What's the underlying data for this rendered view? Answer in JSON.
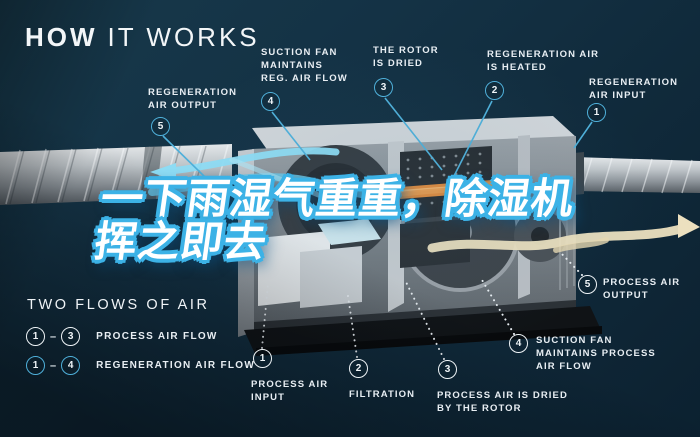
{
  "title": {
    "word_bold": "HOW",
    "word_light": "IT WORKS"
  },
  "headline": {
    "text": "一下雨湿气重重，除湿机\n挥之即去"
  },
  "colors": {
    "background_navy": "#12293a",
    "accent_blue": "#4fb0da",
    "process_white": "#eef3f6",
    "heater_orange": "#e08a3c",
    "cream_arrow": "#ece0bf"
  },
  "regeneration_flow": {
    "name": "regeneration air flow",
    "callouts": [
      {
        "num": "1",
        "label": "REGENERATION\nAIR INPUT"
      },
      {
        "num": "2",
        "label": "REGENERATION AIR\nIS HEATED"
      },
      {
        "num": "3",
        "label": "THE ROTOR\nIS DRIED"
      },
      {
        "num": "4",
        "label": "SUCTION FAN\nMAINTAINS\nREG. AIR FLOW"
      },
      {
        "num": "5",
        "label": "REGENERATION\nAIR OUTPUT"
      }
    ]
  },
  "process_flow": {
    "name": "process air flow",
    "callouts": [
      {
        "num": "1",
        "label": "PROCESS AIR\nINPUT"
      },
      {
        "num": "2",
        "label": "FILTRATION"
      },
      {
        "num": "3",
        "label": "PROCESS AIR IS DRIED\nBY THE ROTOR"
      },
      {
        "num": "4",
        "label": "SUCTION FAN\nMAINTAINS PROCESS\nAIR FLOW"
      },
      {
        "num": "5",
        "label": "PROCESS AIR\nOUTPUT"
      }
    ]
  },
  "legend": {
    "heading": "TWO FLOWS OF AIR",
    "rows": [
      {
        "from": "1",
        "dash": "–",
        "to": "3",
        "label": "PROCESS AIR FLOW"
      },
      {
        "from": "1",
        "dash": "–",
        "to": "4",
        "label": "REGENERATION AIR FLOW"
      }
    ]
  }
}
